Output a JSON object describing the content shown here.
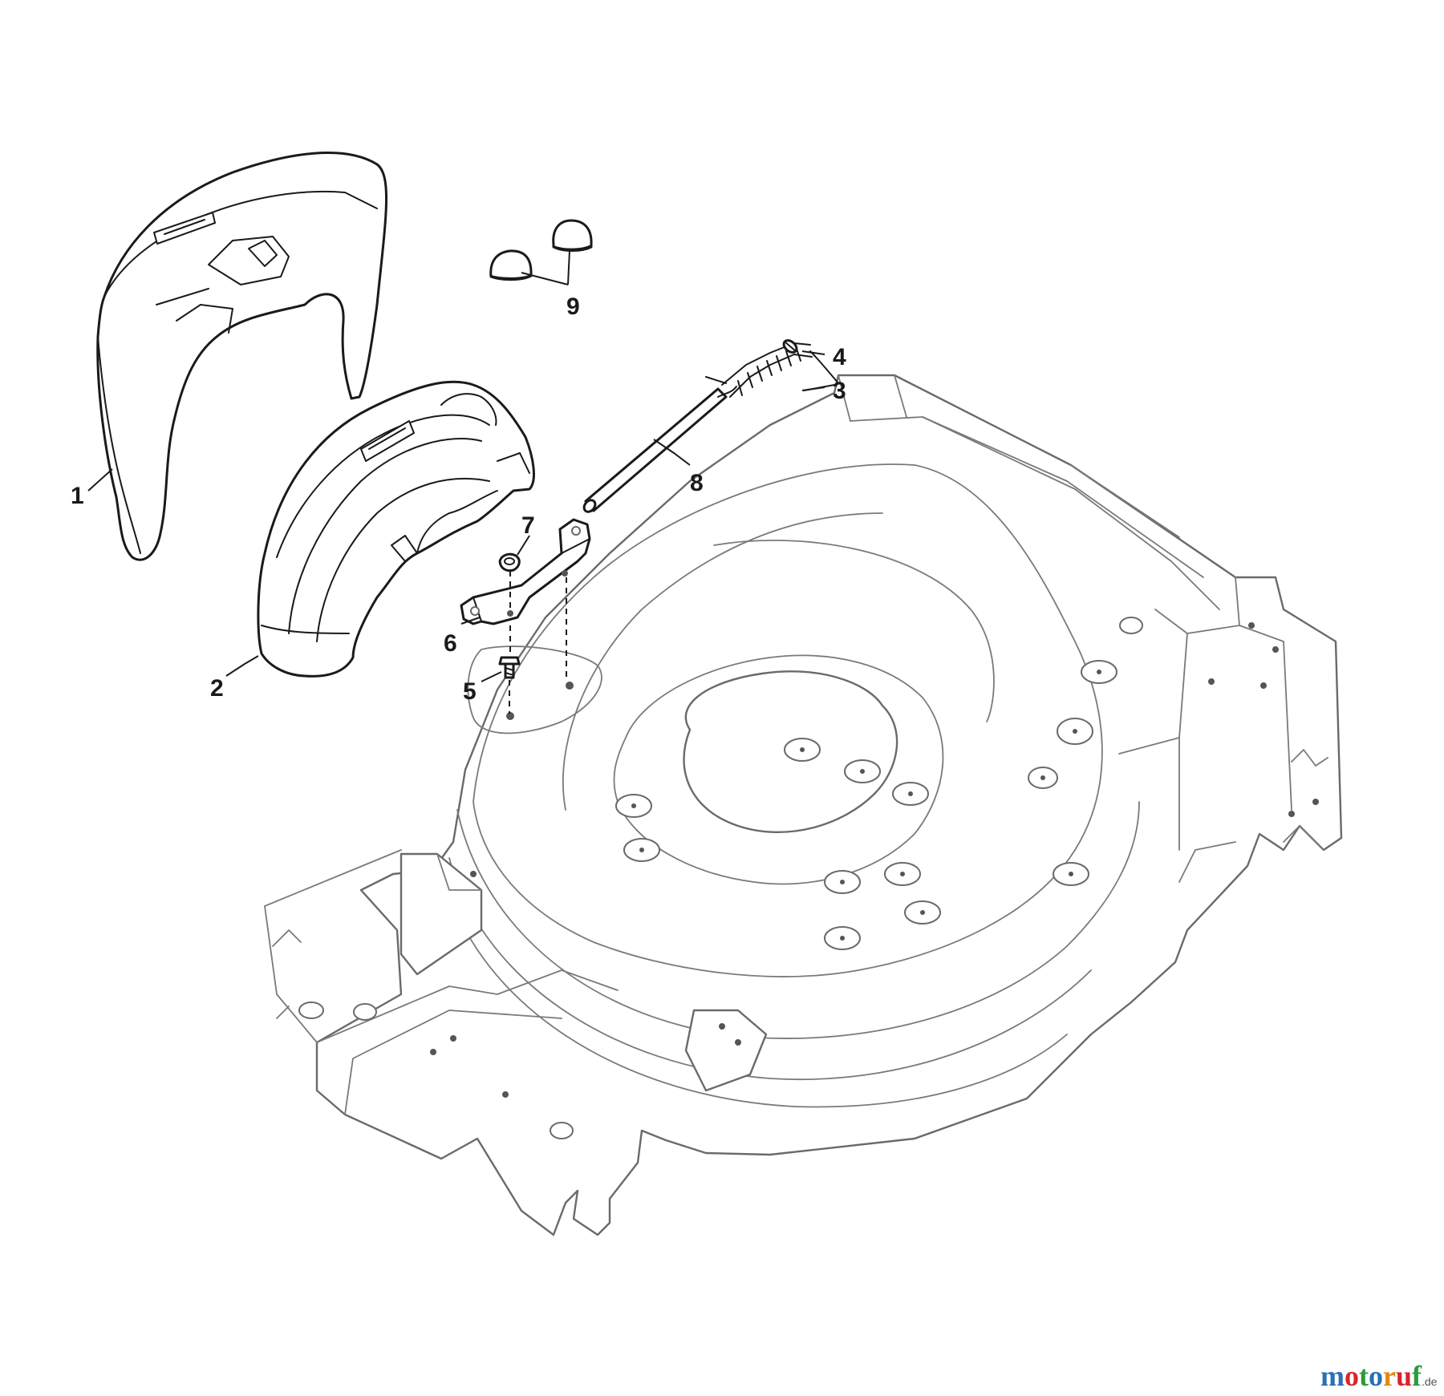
{
  "diagram": {
    "callouts": [
      {
        "id": "1",
        "label": "1"
      },
      {
        "id": "2",
        "label": "2"
      },
      {
        "id": "3",
        "label": "3"
      },
      {
        "id": "4",
        "label": "4"
      },
      {
        "id": "5",
        "label": "5"
      },
      {
        "id": "6",
        "label": "6"
      },
      {
        "id": "7",
        "label": "7"
      },
      {
        "id": "8",
        "label": "8"
      },
      {
        "id": "9",
        "label": "9"
      }
    ]
  },
  "watermark": {
    "letters": [
      "m",
      "o",
      "t",
      "o",
      "r",
      "u",
      "f"
    ],
    "letter_colors": [
      "#2a6fb8",
      "#d7262b",
      "#2e9a3c",
      "#2a6fb8",
      "#e08a12",
      "#d7262b",
      "#2e9a3c"
    ],
    "tld": ".de"
  }
}
